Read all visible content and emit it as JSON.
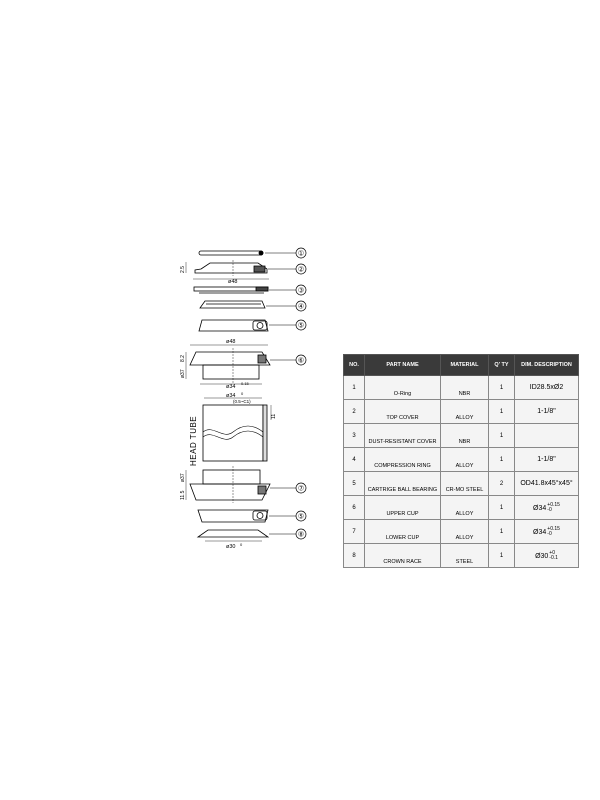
{
  "diagram": {
    "callouts": [
      "①",
      "②",
      "③",
      "④",
      "⑤",
      "⑥",
      "⑦",
      "⑤",
      "⑧"
    ],
    "head_tube_label": "HEAD TUBE",
    "dims": {
      "top_cover_height": "2.5",
      "top_cover_dia": "ø48",
      "upper_cup_dia": "ø48",
      "upper_cup_side": "8.2",
      "upper_cup_side2": "ø37",
      "upper_cup_press": "ø34",
      "upper_cup_press_tol": "0.15",
      "head_tube_id": "ø34",
      "head_tube_id_tol": "0",
      "chamfer": "(0.5~C1)",
      "head_tube_right": "11",
      "lower_cup_side": "11.5",
      "lower_cup_side2": "ø37",
      "crown_race_dia": "ø30",
      "crown_race_tol": "0"
    }
  },
  "table": {
    "headers": [
      "NO.",
      "PART NAME",
      "MATERIAL",
      "Q' TY",
      "DIM. DESCRIPTION"
    ],
    "rows": [
      {
        "no": "1",
        "name": "O-Ring",
        "material": "NBR",
        "qty": "1",
        "desc": "ID28.5xØ2",
        "tol_top": "",
        "tol_bottom": ""
      },
      {
        "no": "2",
        "name": "TOP COVER",
        "material": "ALLOY",
        "qty": "1",
        "desc": "1-1/8\"",
        "tol_top": "",
        "tol_bottom": ""
      },
      {
        "no": "3",
        "name": "DUST-RESISTANT COVER",
        "material": "NBR",
        "qty": "1",
        "desc": "",
        "tol_top": "",
        "tol_bottom": ""
      },
      {
        "no": "4",
        "name": "COMPRESSION RING",
        "material": "ALLOY",
        "qty": "1",
        "desc": "1-1/8\"",
        "tol_top": "",
        "tol_bottom": ""
      },
      {
        "no": "5",
        "name": "CARTRIGE BALL BEARING",
        "material": "CR-MO STEEL",
        "qty": "2",
        "desc": "OD41.8x45°x45°",
        "tol_top": "",
        "tol_bottom": ""
      },
      {
        "no": "6",
        "name": "UPPER CUP",
        "material": "ALLOY",
        "qty": "1",
        "desc": "Ø34",
        "tol_top": "+0.15",
        "tol_bottom": "-0"
      },
      {
        "no": "7",
        "name": "LOWER CUP",
        "material": "ALLOY",
        "qty": "1",
        "desc": "Ø34",
        "tol_top": "+0.15",
        "tol_bottom": "-0"
      },
      {
        "no": "8",
        "name": "CROWN RACE",
        "material": "STEEL",
        "qty": "1",
        "desc": "Ø30",
        "tol_top": "+0",
        "tol_bottom": "-0.1"
      }
    ]
  }
}
